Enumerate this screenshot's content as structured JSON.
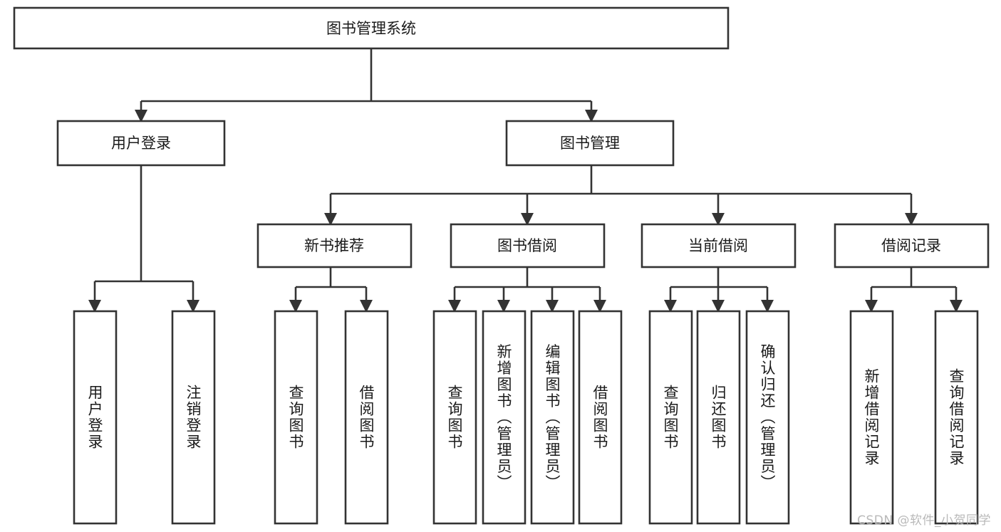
{
  "diagram": {
    "title": "图书管理系统",
    "type": "hierarchy-tree",
    "watermark": "CSDN @软件_小贺同学",
    "colors": {
      "stroke": "#333333",
      "fill": "#ffffff",
      "text": "#1a1a1a",
      "watermark": "#b9b9b9"
    },
    "root": {
      "label": "图书管理系统"
    },
    "level2": [
      {
        "label": "用户登录"
      },
      {
        "label": "图书管理"
      }
    ],
    "level3": [
      {
        "label": "新书推荐"
      },
      {
        "label": "图书借阅"
      },
      {
        "label": "当前借阅"
      },
      {
        "label": "借阅记录"
      }
    ],
    "leaves": {
      "user_login": [
        {
          "label": "用户登录"
        },
        {
          "label": "注销登录"
        }
      ],
      "new_book_recommend": [
        {
          "label": "查询图书"
        },
        {
          "label": "借阅图书"
        }
      ],
      "book_borrow": [
        {
          "label": "查询图书"
        },
        {
          "label": "新增图书（管理员）"
        },
        {
          "label": "编辑图书（管理员）"
        },
        {
          "label": "借阅图书"
        }
      ],
      "current_borrow": [
        {
          "label": "查询图书"
        },
        {
          "label": "归还图书"
        },
        {
          "label": "确认归还（管理员）"
        }
      ],
      "borrow_record": [
        {
          "label": "新增借阅记录"
        },
        {
          "label": "查询借阅记录"
        }
      ]
    }
  }
}
